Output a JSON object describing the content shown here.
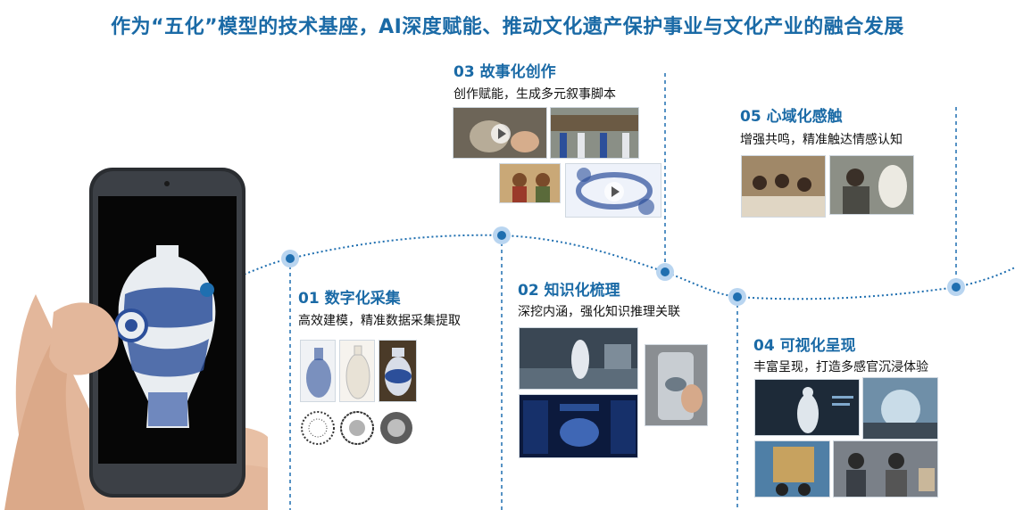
{
  "title": "作为“五化”模型的技术基座，AI深度赋能、推动文化遗产保护事业与文化产业的融合发展",
  "stages": [
    {
      "title": "01 数字化采集",
      "desc": "高效建模，精准数据采集提取"
    },
    {
      "title": "02 知识化梳理",
      "desc": "深挖内涵，强化知识推理关联"
    },
    {
      "title": "03 故事化创作",
      "desc": "创作赋能，生成多元叙事脚本"
    },
    {
      "title": "04 可视化呈现",
      "desc": "丰富呈现，打造多感官沉浸体验"
    },
    {
      "title": "05 心域化感触",
      "desc": "增强共鸣，精准触达情感认知"
    }
  ],
  "colors": {
    "accent": "#1a6aa6",
    "line": "#1f6fb0",
    "node": "#b9d5f0"
  }
}
